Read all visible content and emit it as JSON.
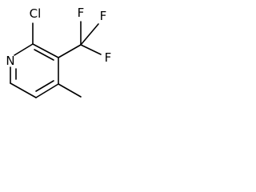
{
  "structure": {
    "atoms": {
      "n": "N",
      "cl": "Cl",
      "f_top_left": "F",
      "f_top_right": "F",
      "f_right": "F"
    }
  }
}
